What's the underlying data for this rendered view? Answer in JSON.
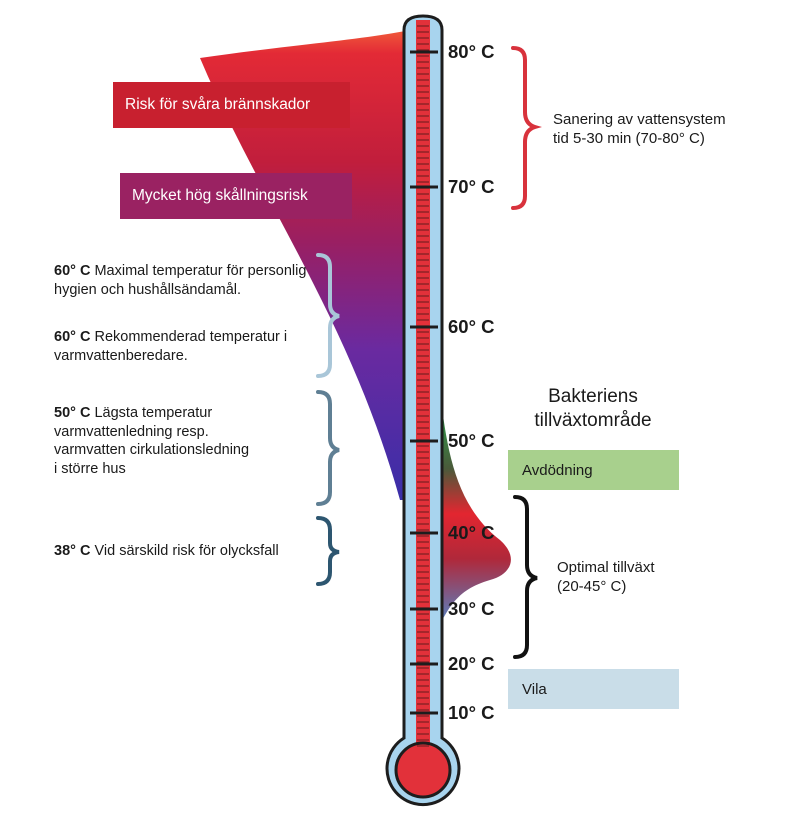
{
  "colors": {
    "burn_box": "#c8202f",
    "scald_box": "#9a2262",
    "thermo_red": "#e2313a",
    "thermo_blue": "#a8d4ee",
    "thermo_outline": "#1d1d1d",
    "bracket_red": "#d8323c",
    "bracket_light": "#a9c6d8",
    "bracket_mid": "#5f7f94",
    "bracket_dark": "#2d5670",
    "bracket_black": "#111111",
    "dieoff_box": "#a8d08d",
    "dormant_box": "#c9dde8"
  },
  "risk_labels": {
    "burn": "Risk för svåra brännskador",
    "scald": "Mycket hög skållningsrisk"
  },
  "notes": [
    {
      "temp": "60° C",
      "text": "Maximal temperatur för personlig hygien och hushållsändamål."
    },
    {
      "temp": "60° C",
      "text": "Rekommenderad temperatur i varmvattenberedare."
    },
    {
      "temp": "50° C",
      "text": "Lägsta temperatur varmvattenledning resp. varmvatten cirkulationsledning i större hus"
    },
    {
      "temp": "38° C",
      "text": "Vid särskild risk för olycksfall"
    }
  ],
  "scale_labels": [
    "80° C",
    "70° C",
    "60° C",
    "50° C",
    "40° C",
    "30° C",
    "20° C",
    "10° C"
  ],
  "sanitation": {
    "line1": "Sanering av vattensystem",
    "line2": "tid 5-30 min (70-80° C)"
  },
  "bacteria": {
    "heading_line1": "Bakteriens",
    "heading_line2": "tillväxtområde",
    "dieoff": "Avdödning",
    "optimal_line1": "Optimal tillväxt",
    "optimal_line2": "(20-45° C)",
    "dormant": "Vila"
  }
}
